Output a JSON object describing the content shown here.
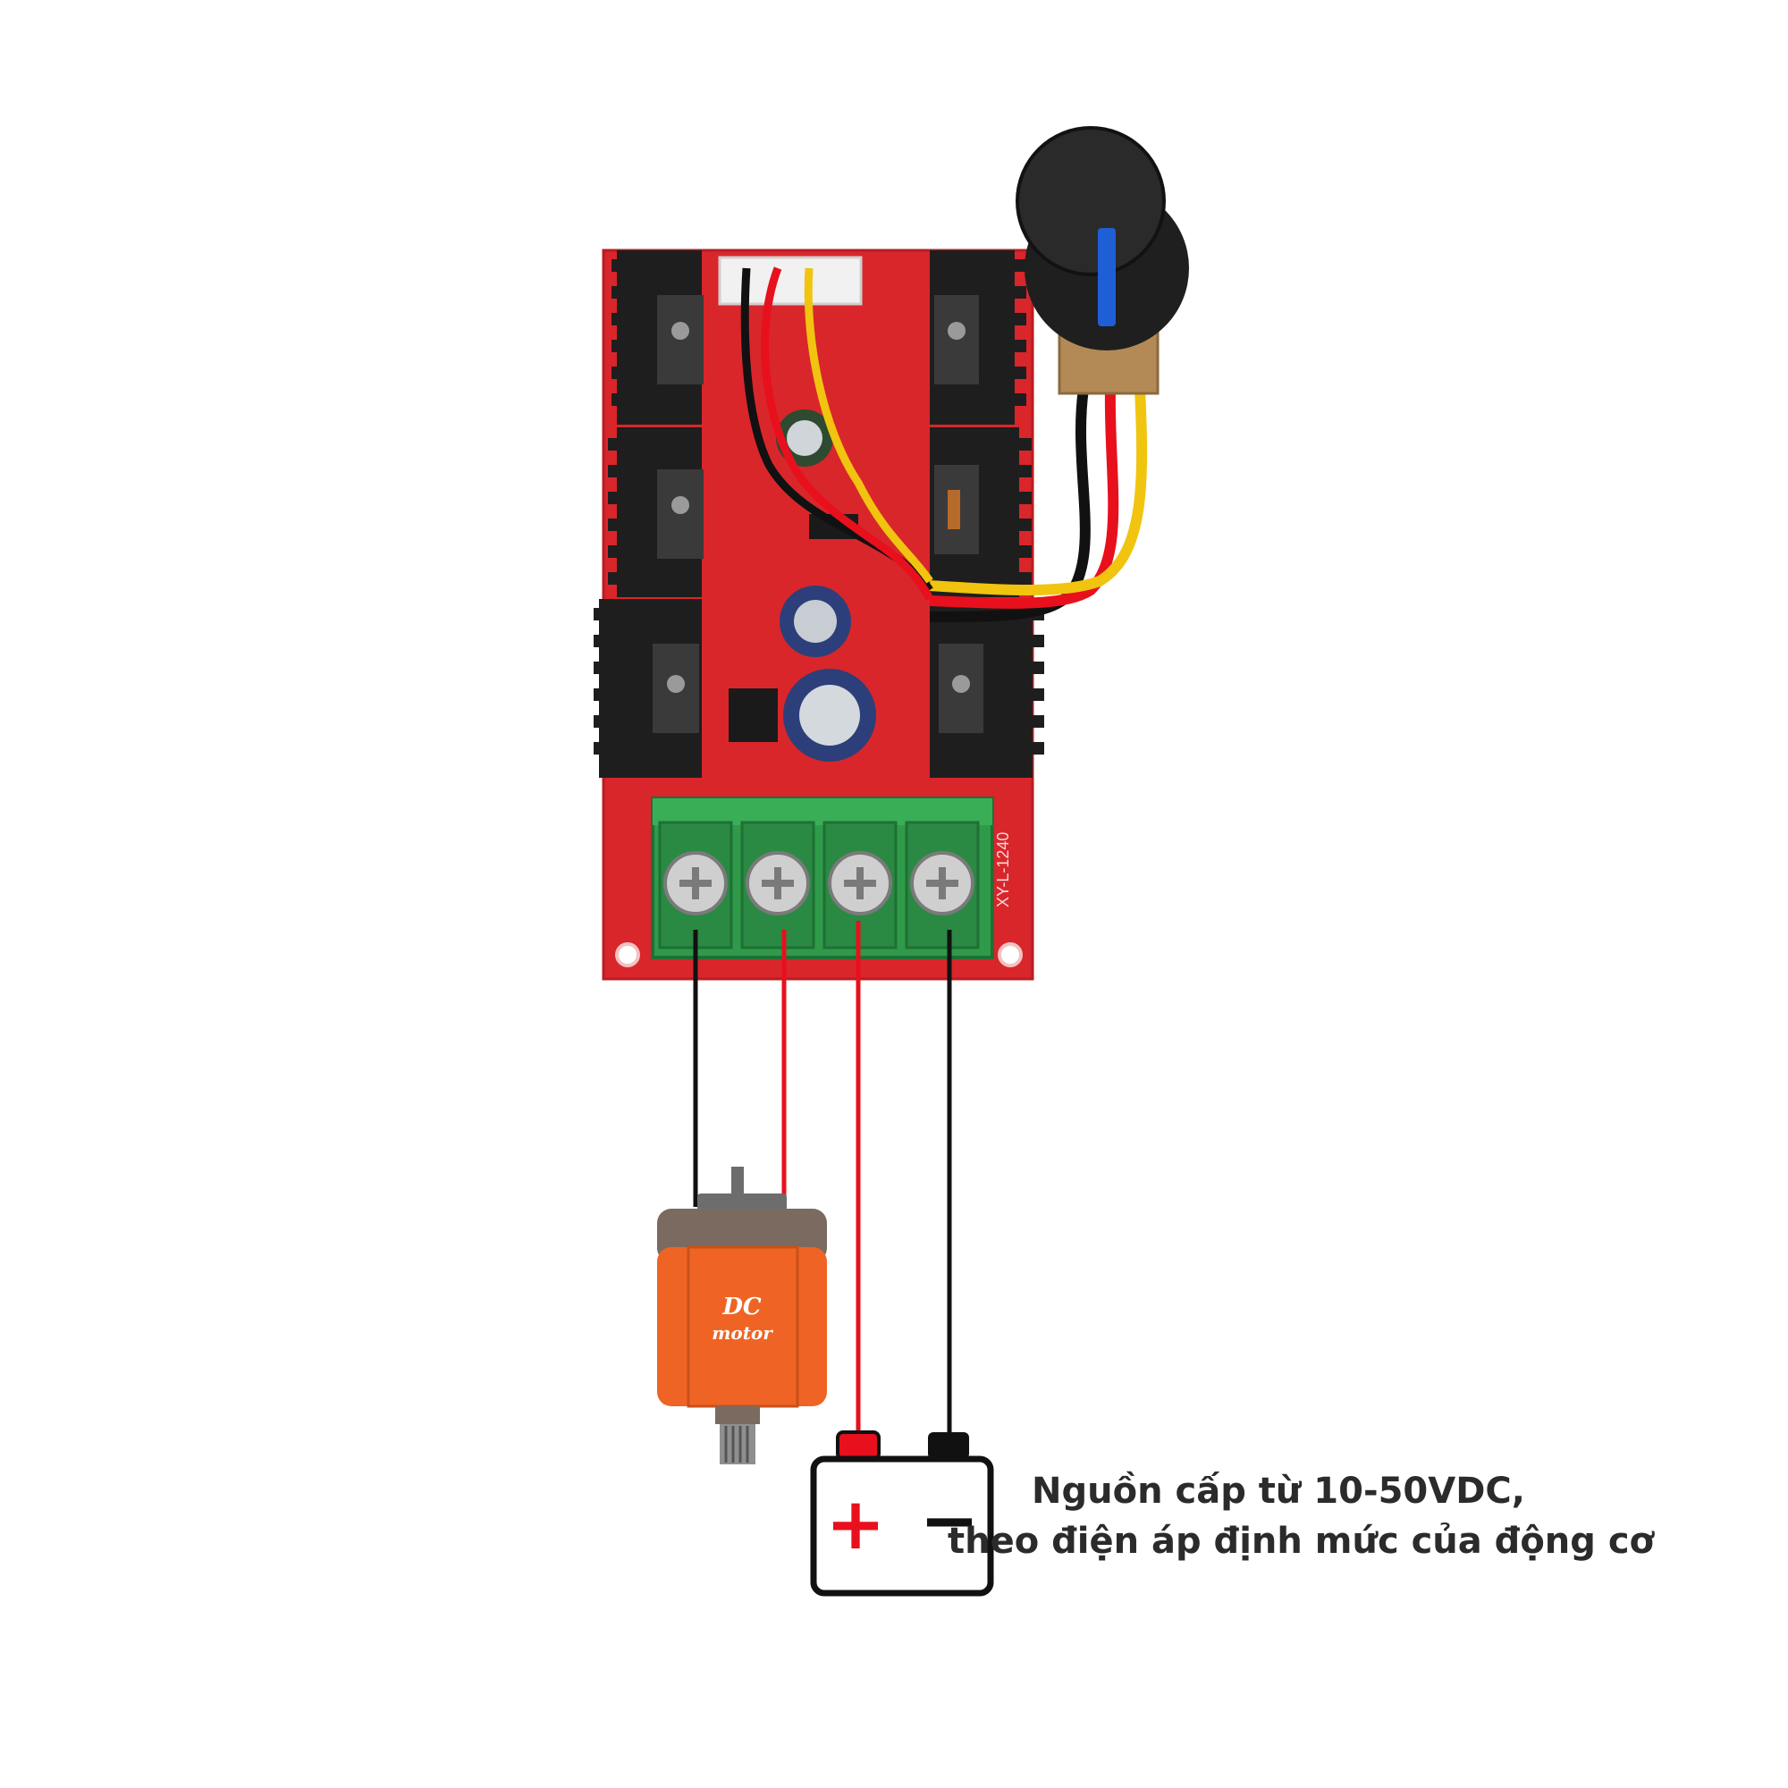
{
  "board": {
    "silkscreen_model": "XY-L-1240"
  },
  "motor": {
    "label_line1": "DC",
    "label_line2": "motor"
  },
  "battery": {
    "plus_symbol": "+",
    "minus_symbol": "−"
  },
  "caption": {
    "line1": "Nguồn cấp từ 10-50VDC,",
    "line2": "theo điện áp định mức của động cơ"
  },
  "colors": {
    "pcb": "#d9262b",
    "heatsink": "#1e1e1e",
    "terminal_block": "#2f9a4a",
    "wire_red": "#e8101c",
    "wire_black": "#111111",
    "wire_yellow": "#f1c40f",
    "motor_body": "#ef6424",
    "motor_cap": "#7a6a60",
    "capacitor": "#2c3f7a",
    "knob": "#1f1f1f",
    "knob_indicator": "#1f5fd6"
  }
}
